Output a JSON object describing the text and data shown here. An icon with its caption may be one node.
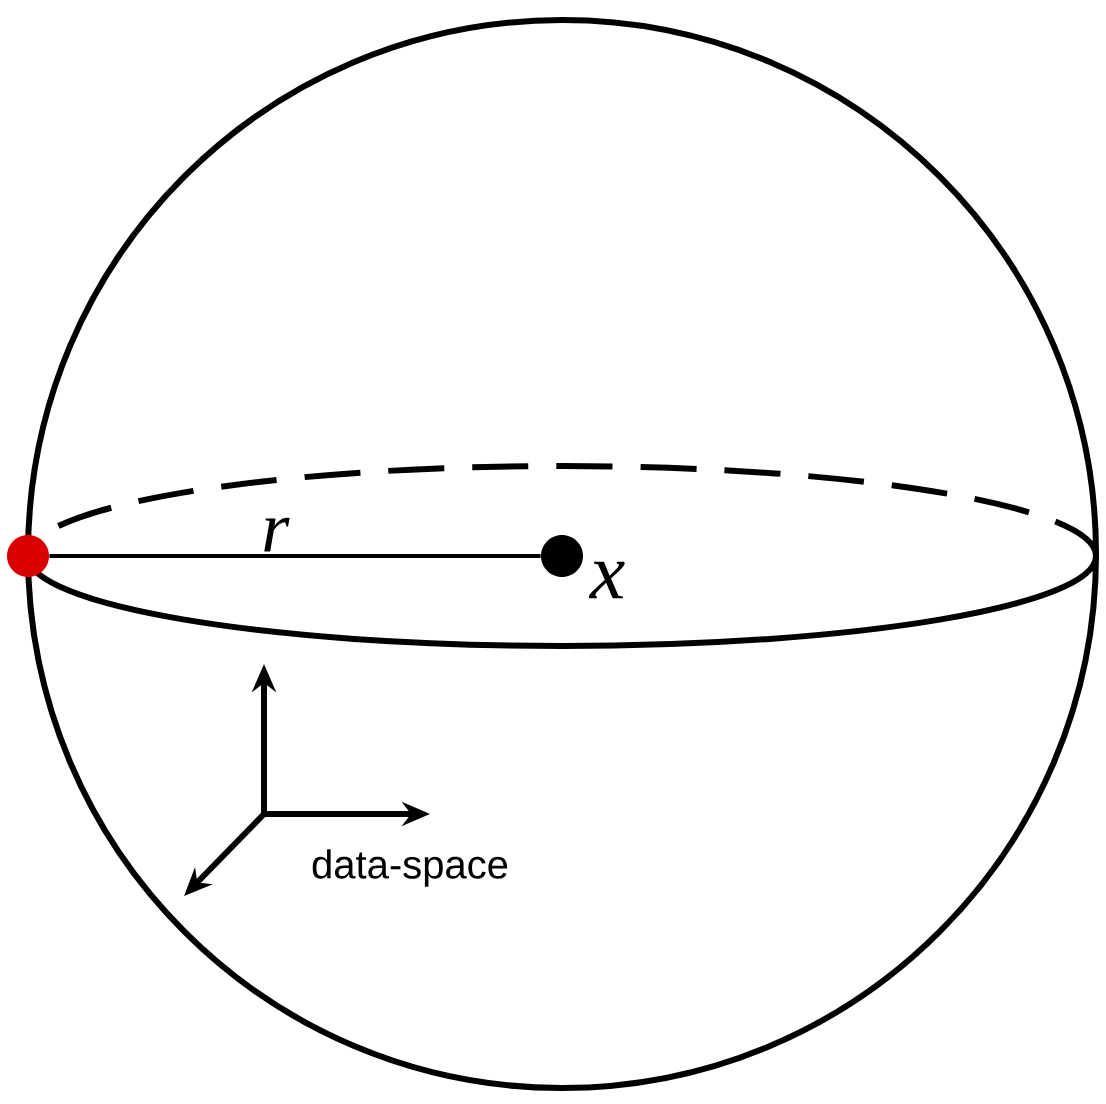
{
  "diagram": {
    "nodes": [
      {
        "text": [],
        "shape": "circle"
      },
      {
        "text": [],
        "shape": "circle",
        "beside": [
          "x"
        ]
      }
    ],
    "edges": [
      {
        "from": 0,
        "to": 1,
        "arrow": "none",
        "label": "r"
      }
    ],
    "labels": [
      "data-space"
    ]
  }
}
